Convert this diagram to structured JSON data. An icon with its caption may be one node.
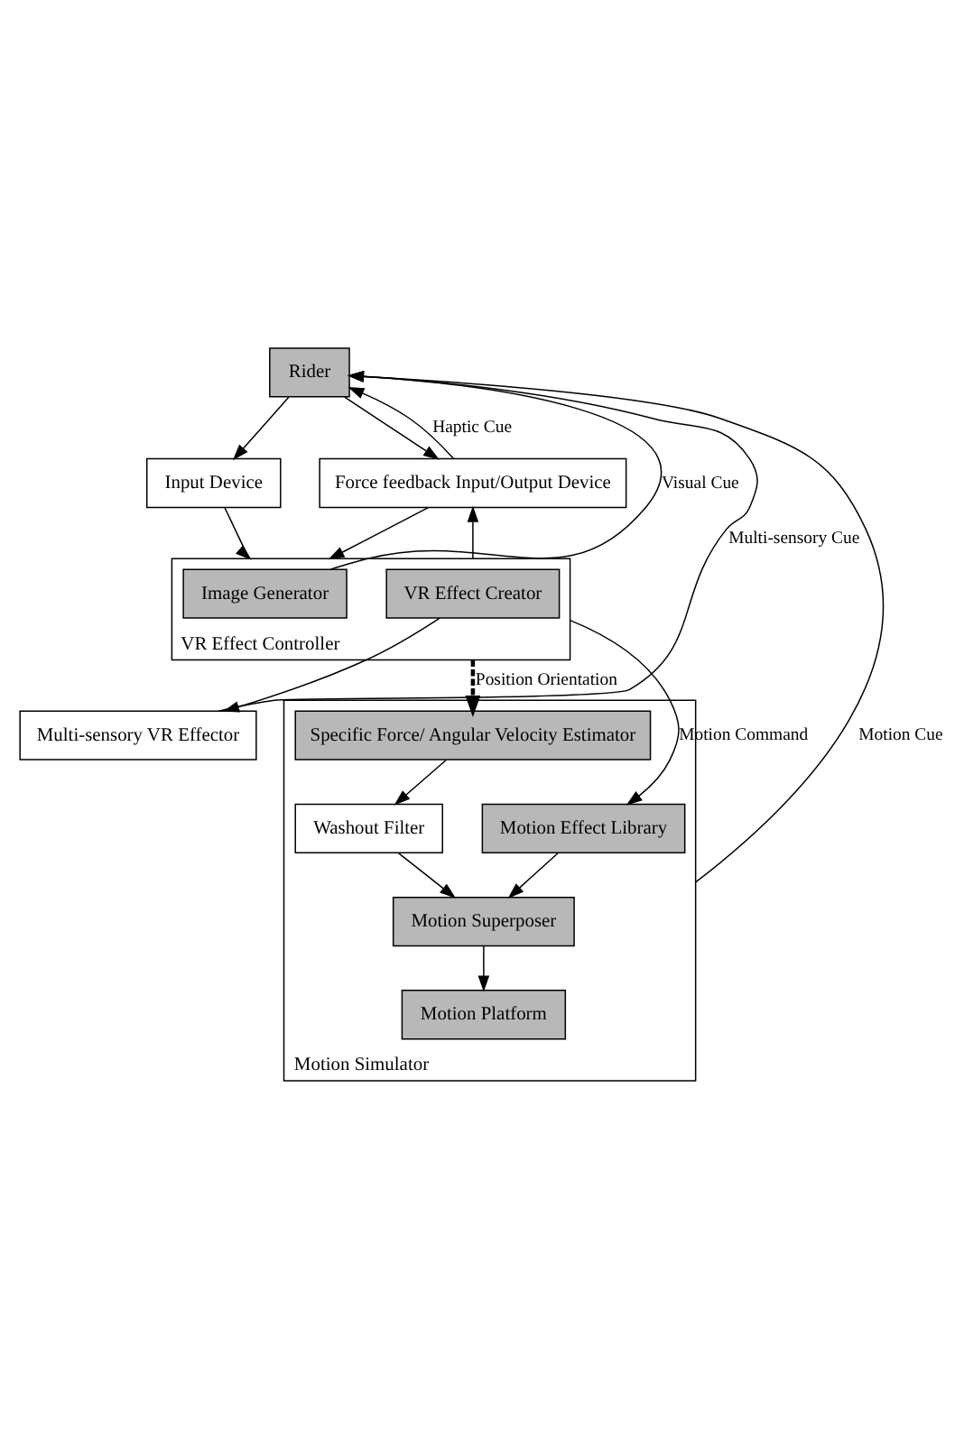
{
  "diagram": {
    "nodes": [
      {
        "text": [
          "Rider"
        ]
      },
      {
        "text": [
          "Input Device"
        ]
      },
      {
        "text": [
          "Force feedback Input/Output Device"
        ]
      },
      {
        "text": [
          "VR Effect Controller"
        ]
      },
      {
        "text": [
          "Image Generator"
        ],
        "in": 3
      },
      {
        "text": [
          "VR Effect Creator"
        ],
        "in": 3
      },
      {
        "text": [
          "Multi-sensory VR Effector"
        ]
      },
      {
        "text": [
          "Motion Simulator"
        ]
      },
      {
        "text": [
          "Specific Force/ Angular Velocity Estimator"
        ],
        "in": 7
      },
      {
        "text": [
          "Motion Effect Library"
        ],
        "in": 7
      },
      {
        "text": [
          "Washout Filter"
        ],
        "in": 7
      },
      {
        "text": [
          "Motion Superposer"
        ],
        "in": 7
      },
      {
        "text": [
          "Motion Platform"
        ],
        "in": 7
      }
    ],
    "edges": [
      {
        "from": 0,
        "to": 1,
        "arrow": "to"
      },
      {
        "from": 0,
        "to": 2,
        "arrow": "to"
      },
      {
        "from": 2,
        "to": 0,
        "arrow": "to",
        "label": "Haptic Cue"
      },
      {
        "from": 1,
        "to": 3,
        "arrow": "to"
      },
      {
        "from": 2,
        "to": 3,
        "arrow": "to"
      },
      {
        "from": 3,
        "to": 2,
        "arrow": "to"
      },
      {
        "from": 4,
        "to": 0,
        "arrow": "to",
        "label": "Visual Cue"
      },
      {
        "from": 5,
        "to": 6,
        "arrow": "to"
      },
      {
        "from": 6,
        "to": 0,
        "arrow": "to",
        "label": "Multi-sensory Cue"
      },
      {
        "from": 7,
        "to": 0,
        "arrow": "to",
        "label": "Motion Cue"
      },
      {
        "from": 3,
        "to": 8,
        "arrow": "to",
        "label": "Position Orientation",
        "style": "dashed"
      },
      {
        "from": 3,
        "to": 9,
        "arrow": "to",
        "label": "Motion Command"
      },
      {
        "from": 8,
        "to": 10,
        "arrow": "to"
      },
      {
        "from": 10,
        "to": 11,
        "arrow": "to"
      },
      {
        "from": 9,
        "to": 11,
        "arrow": "to"
      },
      {
        "from": 11,
        "to": 12,
        "arrow": "to"
      }
    ]
  }
}
